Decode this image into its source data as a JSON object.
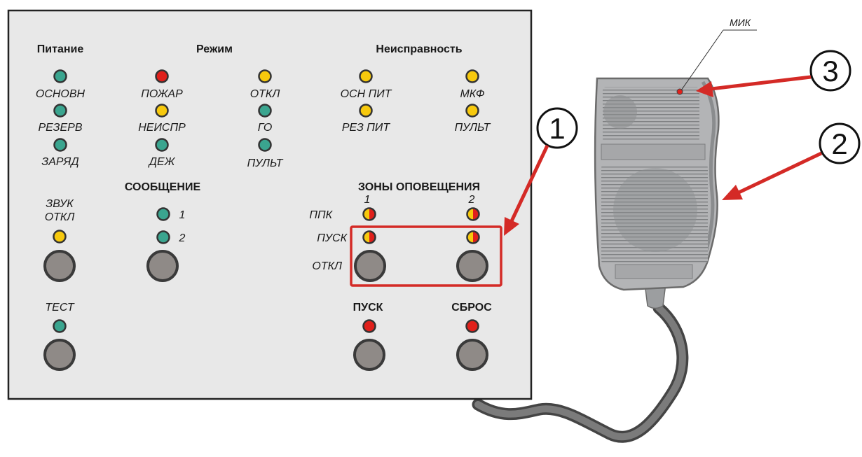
{
  "panel": {
    "headers": {
      "power": "Питание",
      "mode": "Режим",
      "fault": "Неисправность",
      "message": "СООБЩЕНИЕ",
      "zones": "ЗОНЫ ОПОВЕЩЕНИЯ",
      "start": "ПУСК",
      "reset": "СБРОС"
    },
    "labels": {
      "main": "ОСНОВН",
      "reserve": "РЕЗЕРВ",
      "charge": "ЗАРЯД",
      "fire": "ПОЖАР",
      "fault": "НЕИСПР",
      "duty": "ДЕЖ",
      "off": "ОТКЛ",
      "go": "ГО",
      "console": "ПУЛЬТ",
      "main_power": "ОСН ПИТ",
      "reserve_power": "РЕЗ ПИТ",
      "mic_fault": "МКФ",
      "console_fault": "ПУЛЬТ",
      "sound": "ЗВУК",
      "sound_off": "ОТКЛ",
      "msg1": "1",
      "msg2": "2",
      "zone1": "1",
      "zone2": "2",
      "ppk": "ППК",
      "zone_start": "ПУСК",
      "zone_off": "ОТКЛ",
      "test": "ТЕСТ"
    }
  },
  "microphone": {
    "label": "МИК"
  },
  "callouts": [
    "1",
    "2",
    "3"
  ],
  "colors": {
    "panel_bg": "#e8e8e8",
    "led_green": "#3aa58f",
    "led_yellow": "#f7c90d",
    "led_red": "#e0201b",
    "button_fill": "#8f8a87",
    "highlight_red": "#d42a26",
    "mic_body": "#b3b4b6"
  }
}
